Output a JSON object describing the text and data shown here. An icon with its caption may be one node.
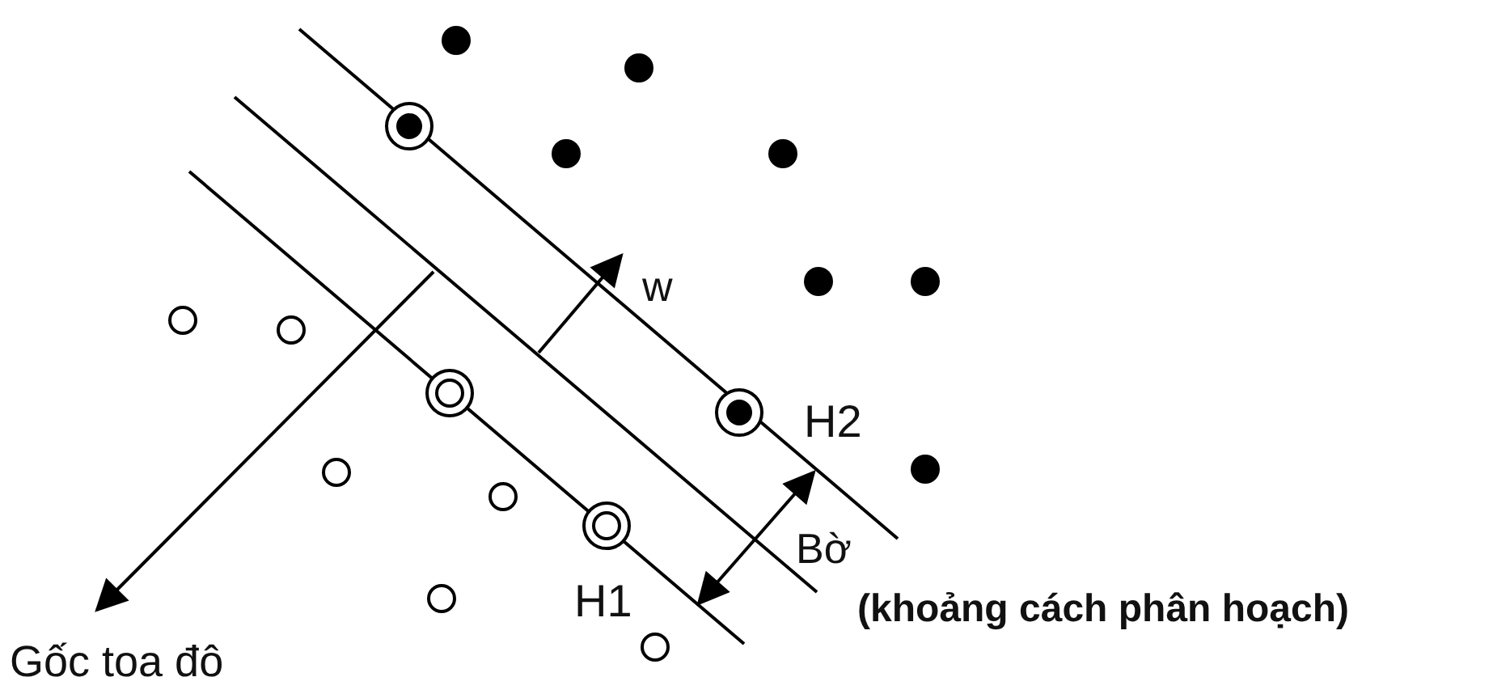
{
  "diagram": {
    "labels": [
      "w",
      "H2",
      "Bờ",
      "H1",
      "(khoảng cách phân hoạch)",
      "Gốc toa đô"
    ]
  }
}
